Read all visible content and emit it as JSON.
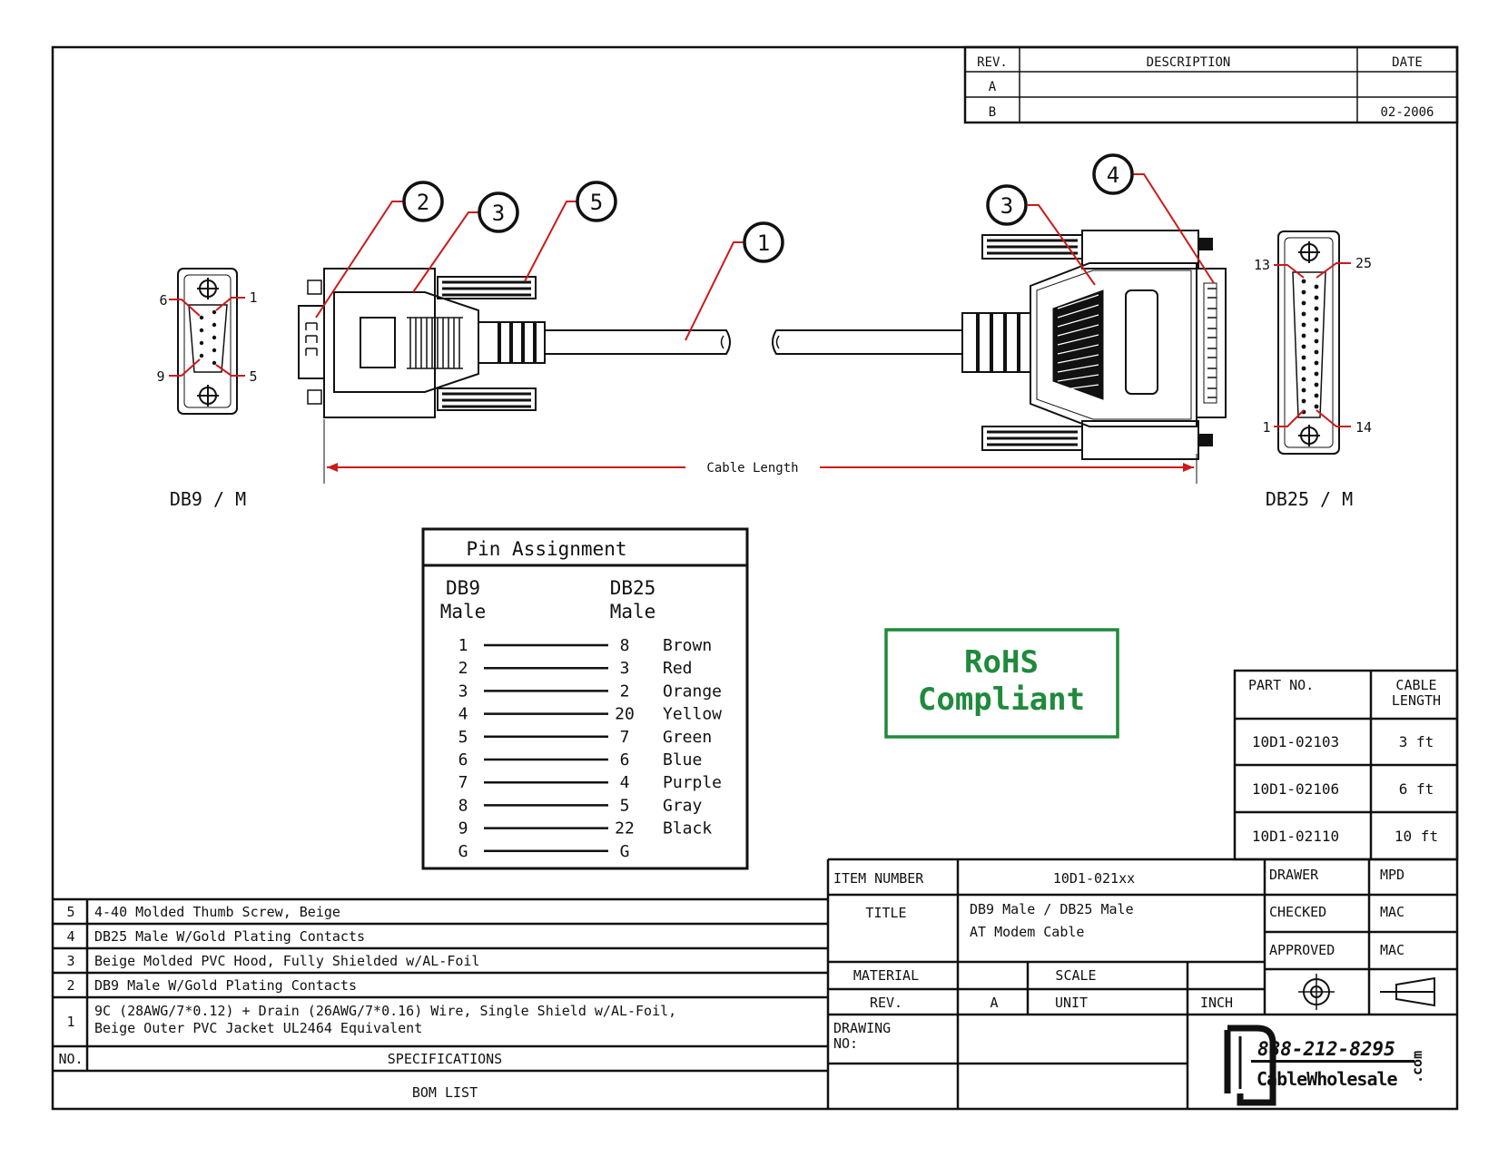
{
  "revisions": {
    "headers": {
      "rev": "REV.",
      "description": "DESCRIPTION",
      "date": "DATE"
    },
    "rows": [
      {
        "rev": "A",
        "description": "",
        "date": ""
      },
      {
        "rev": "B",
        "description": "",
        "date": "02-2006"
      }
    ]
  },
  "callouts": {
    "c1": "1",
    "c2": "2",
    "c3a": "3",
    "c3b": "3",
    "c4": "4",
    "c5": "5"
  },
  "db9_face": {
    "pin_tl": "6",
    "pin_tr": "1",
    "pin_bl": "9",
    "pin_br": "5"
  },
  "db25_face": {
    "pin_tl": "13",
    "pin_tr": "25",
    "pin_bl": "1",
    "pin_br": "14"
  },
  "cable_length_label": "Cable Length",
  "connector_labels": {
    "left": "DB9 / M",
    "right": "DB25 / M"
  },
  "pin_assignment": {
    "title": "Pin Assignment",
    "left_header": [
      "DB9",
      "Male"
    ],
    "right_header": [
      "DB25",
      "Male"
    ],
    "rows": [
      {
        "db9": "1",
        "db25": "8",
        "color": "Brown"
      },
      {
        "db9": "2",
        "db25": "3",
        "color": "Red"
      },
      {
        "db9": "3",
        "db25": "2",
        "color": "Orange"
      },
      {
        "db9": "4",
        "db25": "20",
        "color": "Yellow"
      },
      {
        "db9": "5",
        "db25": "7",
        "color": "Green"
      },
      {
        "db9": "6",
        "db25": "6",
        "color": "Blue"
      },
      {
        "db9": "7",
        "db25": "4",
        "color": "Purple"
      },
      {
        "db9": "8",
        "db25": "5",
        "color": "Gray"
      },
      {
        "db9": "9",
        "db25": "22",
        "color": "Black"
      },
      {
        "db9": "G",
        "db25": "G",
        "color": ""
      }
    ]
  },
  "rohs": {
    "line1": "RoHS",
    "line2": "Compliant",
    "color": "#1f8a3b"
  },
  "parts": {
    "headers": {
      "part_no": "PART NO.",
      "cable_length_1": "CABLE",
      "cable_length_2": "LENGTH"
    },
    "rows": [
      {
        "part_no": "10D1-02103",
        "length": "3 ft"
      },
      {
        "part_no": "10D1-02106",
        "length": "6 ft"
      },
      {
        "part_no": "10D1-02110",
        "length": "10 ft"
      }
    ]
  },
  "bom": {
    "rows": [
      {
        "no": "5",
        "spec": "4-40 Molded Thumb Screw, Beige"
      },
      {
        "no": "4",
        "spec": "DB25 Male W/Gold Plating Contacts"
      },
      {
        "no": "3",
        "spec": "Beige Molded PVC Hood, Fully Shielded w/AL-Foil"
      },
      {
        "no": "2",
        "spec": "DB9 Male W/Gold Plating Contacts"
      },
      {
        "no": "1",
        "spec_line1": "9C (28AWG/7*0.12) + Drain (26AWG/7*0.16) Wire, Single Shield w/AL-Foil,",
        "spec_line2": "Beige Outer PVC Jacket UL2464 Equivalent"
      }
    ],
    "no_header": "NO.",
    "spec_header": "SPECIFICATIONS",
    "footer": "BOM LIST"
  },
  "title_block": {
    "item_number_label": "ITEM NUMBER",
    "item_number": "10D1-021xx",
    "title_label": "TITLE",
    "title_line1": "DB9 Male / DB25 Male",
    "title_line2": "AT Modem Cable",
    "material_label": "MATERIAL",
    "scale_label": "SCALE",
    "rev_label": "REV.",
    "rev_value": "A",
    "unit_label": "UNIT",
    "unit_value": "INCH",
    "drawing_no_line1": "DRAWING",
    "drawing_no_line2": "NO:",
    "drawer_label": "DRAWER",
    "drawer_value": "MPD",
    "checked_label": "CHECKED",
    "checked_value": "MAC",
    "approved_label": "APPROVED",
    "approved_value": "MAC"
  },
  "logo": {
    "phone": "888-212-8295",
    "brand": "CableWholesale",
    "suffix": ".com"
  }
}
